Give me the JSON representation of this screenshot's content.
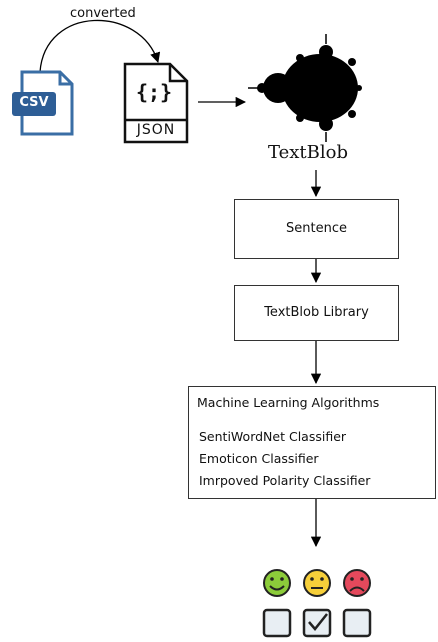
{
  "diagram": {
    "edge_label": "converted",
    "csv_icon": {
      "name": "csv-file-icon",
      "text": "CSV"
    },
    "json_icon": {
      "name": "json-file-icon",
      "symbol": "{;}",
      "text": "JSON"
    },
    "textblob": {
      "logo": "mandelbrot-logo",
      "label": "TextBlob"
    },
    "sentence_box": "Sentence",
    "library_box": "TextBlob Library",
    "ml_box": {
      "title": "Machine Learning Algorithms",
      "items": [
        "SentiWordNet Classifier",
        "Emoticon Classifier",
        "Imrpoved Polarity Classifier"
      ],
      "icon": "gears-icon"
    },
    "outputs": {
      "faces": [
        "happy-face-icon",
        "neutral-face-icon",
        "sad-face-icon"
      ],
      "checkboxes": [
        "empty-checkbox-icon",
        "checked-checkbox-icon",
        "empty-checkbox-icon"
      ]
    }
  }
}
